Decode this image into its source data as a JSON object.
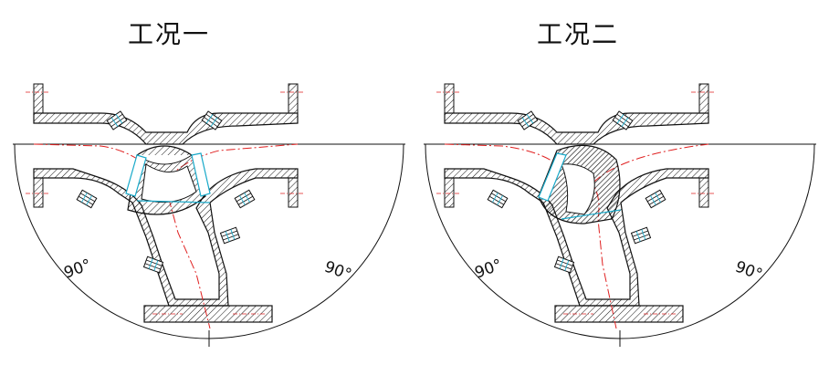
{
  "panels": [
    {
      "title": "工况一",
      "angle_left": "90°",
      "angle_right": "90°"
    },
    {
      "title": "工况二",
      "angle_left": "90°",
      "angle_right": "90°"
    }
  ],
  "colors": {
    "outline": "#111111",
    "centerline": "#e02020",
    "seal": "#18a9c9",
    "hatch": "#111111"
  }
}
